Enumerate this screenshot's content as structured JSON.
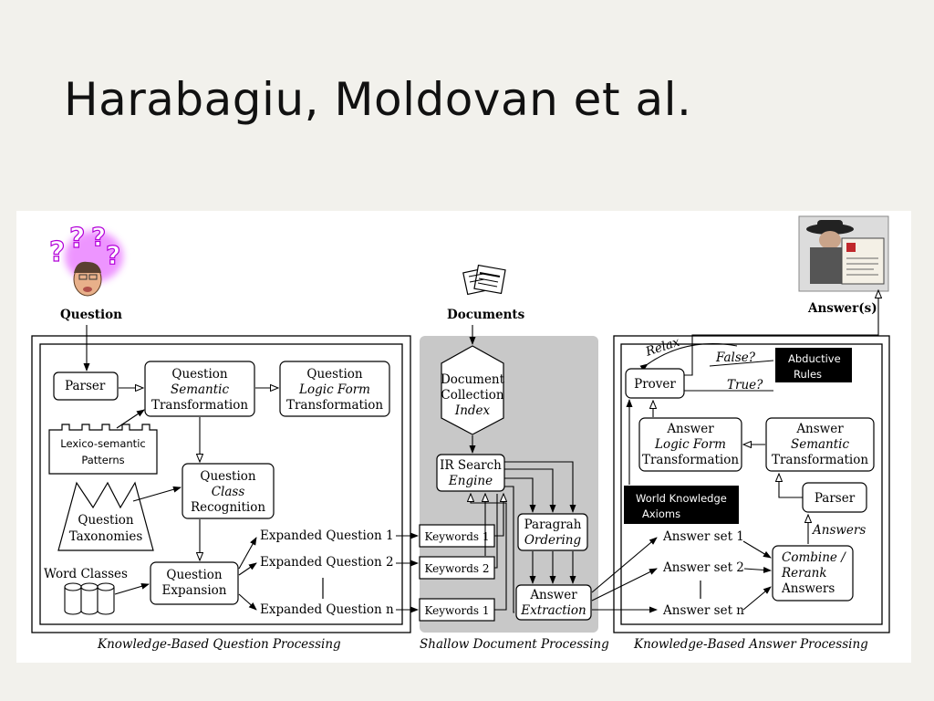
{
  "slide": {
    "title": "Harabagiu, Moldovan et al."
  },
  "diagram": {
    "question": "Question",
    "documents": "Documents",
    "answers_out": "Answer(s)",
    "qp": {
      "caption": "Knowledge-Based Question Processing",
      "parser": "Parser",
      "qst": [
        "Question",
        "Semantic",
        "Transformation"
      ],
      "qlf": [
        "Question",
        "Logic Form",
        "Transformation"
      ],
      "lexico": [
        "Lexico-semantic",
        "Patterns"
      ],
      "qcr": [
        "Question",
        "Class",
        "Recognition"
      ],
      "taxonomies": [
        "Question",
        "Taxonomies"
      ],
      "word_classes": "Word Classes",
      "qexp": [
        "Question",
        "Expansion"
      ],
      "eq1": "Expanded Question 1",
      "eq2": "Expanded Question 2",
      "eqn": "Expanded Question n"
    },
    "sdp": {
      "caption": "Shallow Document Processing",
      "dci": [
        "Document",
        "Collection",
        "Index"
      ],
      "ir": [
        "IR Search",
        "Engine"
      ],
      "kw1": "Keywords 1",
      "kw2": "Keywords 2",
      "kwn": "Keywords 1",
      "para": [
        "Paragrah",
        "Ordering"
      ],
      "ansext": [
        "Answer",
        "Extraction"
      ]
    },
    "ap": {
      "caption": "Knowledge-Based Answer Processing",
      "relax": "Relax",
      "false": "False?",
      "true": "True?",
      "abductive": [
        "Abductive",
        "Rules"
      ],
      "prover": "Prover",
      "alf": [
        "Answer",
        "Logic Form",
        "Transformation"
      ],
      "ast": [
        "Answer",
        "Semantic",
        "Transformation"
      ],
      "wka": [
        "World Knowledge",
        "Axioms"
      ],
      "parser": "Parser",
      "answers": "Answers",
      "as1": "Answer set 1",
      "as2": "Answer set 2",
      "asn": "Answer set n",
      "combine": [
        "Combine /",
        "Rerank",
        "Answers"
      ]
    }
  }
}
